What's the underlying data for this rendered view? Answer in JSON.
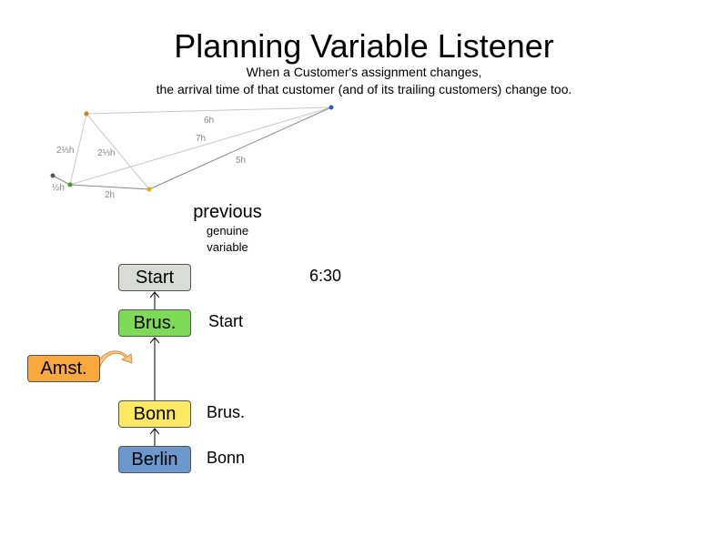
{
  "header": {
    "title": "Planning Variable Listener",
    "subtitle_line1": "When a Customer's assignment changes,",
    "subtitle_line2": "the arrival time of that customer (and of its trailing customers) change too."
  },
  "map": {
    "edges": [
      {
        "label": "6h"
      },
      {
        "label": "7h"
      },
      {
        "label": "5h"
      },
      {
        "label": "2⅓h"
      },
      {
        "label": "2⅓h"
      },
      {
        "label": "2h"
      },
      {
        "label": "½h"
      }
    ],
    "colors": {
      "orange": "#e07b1a",
      "blue": "#2e5aa8",
      "green": "#3f9f1f",
      "yellow": "#e0b000",
      "grey": "#555555"
    }
  },
  "column": {
    "title": "previous",
    "sub1": "genuine",
    "sub2": "variable"
  },
  "nodes": {
    "start": {
      "label": "Start",
      "color": "#d9dbd8"
    },
    "brus": {
      "label": "Brus.",
      "color": "#7ed957"
    },
    "amst": {
      "label": "Amst.",
      "color": "#f9a93b"
    },
    "bonn": {
      "label": "Bonn",
      "color": "#ffe862"
    },
    "berlin": {
      "label": "Berlin",
      "color": "#6a97cc"
    }
  },
  "values": {
    "start_time": "6:30",
    "brus_previous": "Start",
    "bonn_previous": "Brus.",
    "berlin_previous": "Bonn"
  }
}
